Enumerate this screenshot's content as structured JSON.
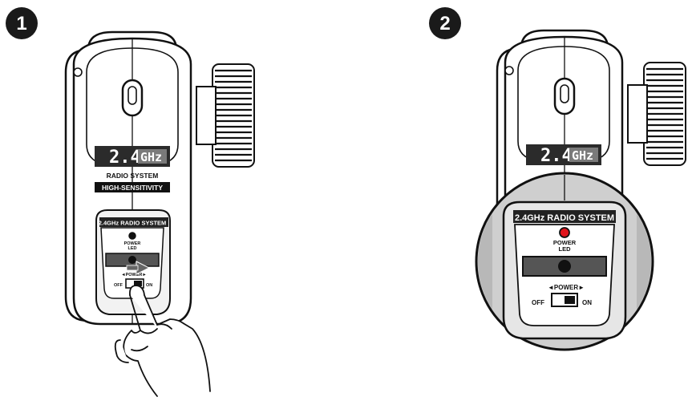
{
  "steps": [
    {
      "number": "1",
      "brand": {
        "value": "2.4",
        "unit": "GHz",
        "subtitle": "RADIO SYSTEM",
        "tagline": "HIGH-SENSITIVITY"
      },
      "panel": {
        "title_prefix": "2.4",
        "title_unit": "GHz",
        "title_rest": " RADIO SYSTEM",
        "led_label_1": "POWER",
        "led_label_2": "LED",
        "switch_label": "◄POWER►",
        "off_label": "OFF",
        "on_label": "ON"
      },
      "led_on": false,
      "switch_position": "on"
    },
    {
      "number": "2",
      "brand": {
        "value": "2.4",
        "unit": "GHz"
      },
      "panel": {
        "title_prefix": "2.4",
        "title_unit": "GHz",
        "title_rest": " RADIO SYSTEM",
        "led_label_1": "POWER",
        "led_label_2": "LED",
        "switch_label": "◄POWER►",
        "off_label": "OFF",
        "on_label": "ON"
      },
      "led_on": true,
      "switch_position": "on"
    }
  ],
  "colors": {
    "led_active": "#e0141c",
    "led_inactive": "#111111",
    "magnifier_fill": "#cfcfcf"
  }
}
